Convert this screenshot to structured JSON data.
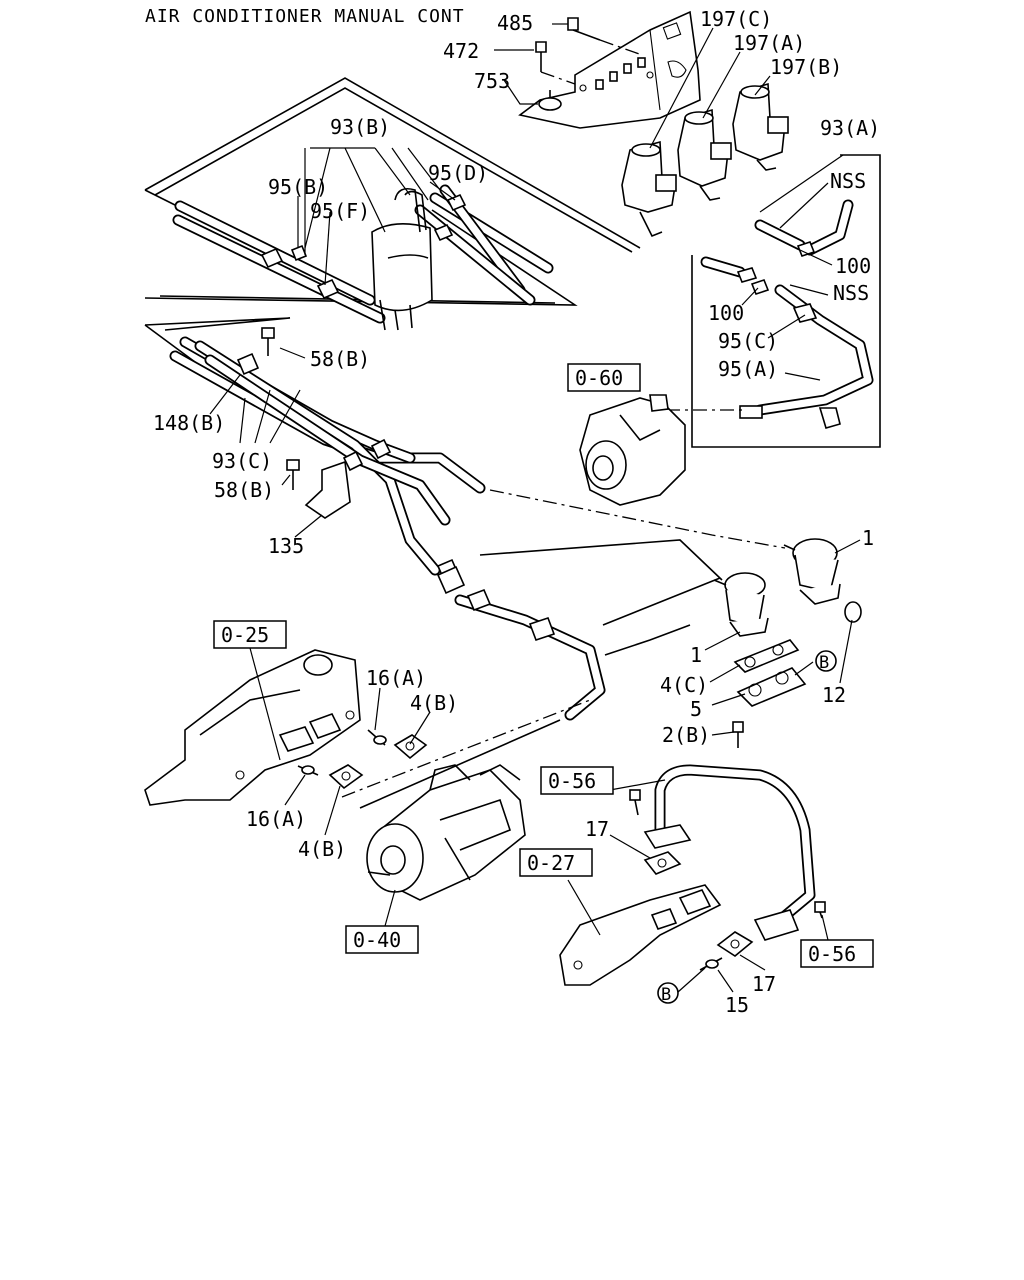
{
  "title": "AIR CONDITIONER MANUAL CONT",
  "callouts": {
    "c485": "485",
    "c472": "472",
    "c753": "753",
    "c197c": "197(C)",
    "c197a": "197(A)",
    "c197b": "197(B)",
    "c93b": "93(B)",
    "c95d": "95(D)",
    "c95b": "95(B)",
    "c95f": "95(F)",
    "c93a": "93(A)",
    "nss1": "NSS",
    "c100a": "100",
    "c100b": "100",
    "nss2": "NSS",
    "c95c": "95(C)",
    "c95a": "95(A)",
    "c58b1": "58(B)",
    "c148b": "148(B)",
    "c93c": "93(C)",
    "c58b2": "58(B)",
    "c135": "135",
    "c1a": "1",
    "c1b": "1",
    "c4c": "4(C)",
    "c5": "5",
    "c2b": "2(B)",
    "c12": "12",
    "c16a1": "16(A)",
    "c4b1": "4(B)",
    "c16a2": "16(A)",
    "c4b2": "4(B)",
    "c17a": "17",
    "c17b": "17",
    "c15": "15"
  },
  "reference_boxes": {
    "r060": "0-60",
    "r025": "0-25",
    "r056a": "0-56",
    "r027": "0-27",
    "r040": "0-40",
    "r056b": "0-56"
  },
  "markers": {
    "mb1": "B",
    "mb2": "B"
  }
}
